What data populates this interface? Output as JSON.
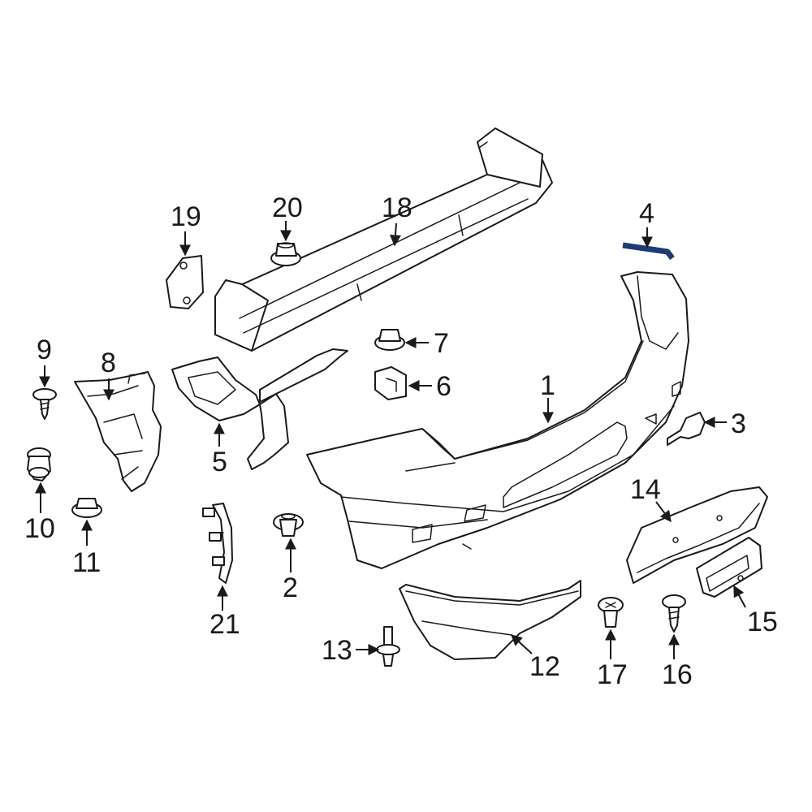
{
  "highlight_color": "#1f3a78",
  "line_color": "#1a1a1a",
  "callouts": {
    "c1": "1",
    "c2": "2",
    "c3": "3",
    "c4": "4",
    "c5": "5",
    "c6": "6",
    "c7": "7",
    "c8": "8",
    "c9": "9",
    "c10": "10",
    "c11": "11",
    "c12": "12",
    "c13": "13",
    "c14": "14",
    "c15": "15",
    "c16": "16",
    "c17": "17",
    "c18": "18",
    "c19": "19",
    "c20": "20",
    "c21": "21"
  },
  "highlighted_part": "4"
}
